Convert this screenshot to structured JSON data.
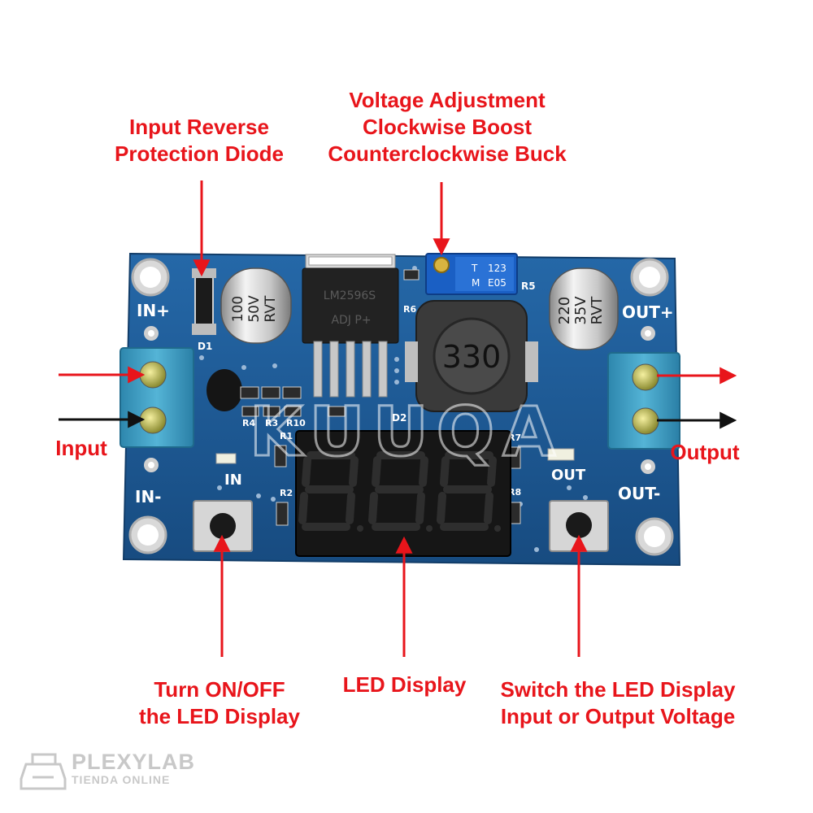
{
  "board": {
    "silkscreen": {
      "in_plus": "IN+",
      "in_minus": "IN-",
      "out_plus": "OUT+",
      "out_minus": "OUT-",
      "in_led": "IN",
      "out_led": "OUT",
      "d1": "D1",
      "d2": "D2",
      "r1": "R1",
      "r2": "R2",
      "r3": "R3",
      "r4": "R4",
      "r5": "R5",
      "r6": "R6",
      "r7": "R7",
      "r8": "R8",
      "r10": "R10"
    },
    "cap_left": [
      "100",
      "50V",
      "RVT"
    ],
    "cap_right": [
      "220",
      "35V",
      "RVT"
    ],
    "inductor": "330",
    "pot": [
      "T",
      "M",
      "123",
      "E05"
    ],
    "ic": [
      "LM2596S",
      "ADJ P+"
    ],
    "watermark": "KUUQA"
  },
  "callouts": {
    "diode": [
      "Input Reverse",
      "Protection Diode"
    ],
    "voltage": [
      "Voltage Adjustment",
      "Clockwise Boost",
      "Counterclockwise Buck"
    ],
    "input": "Input",
    "output": "Output",
    "onoff": [
      "Turn ON/OFF",
      "the LED Display"
    ],
    "led": "LED Display",
    "switch": [
      "Switch the LED Display",
      "Input or Output Voltage"
    ]
  },
  "brand": {
    "title": "PLEXYLAB",
    "subtitle": "TIENDA ONLINE"
  },
  "colors": {
    "pcb": "#1d5a96",
    "callout": "#e8151b",
    "terminal": "#3fa2c6"
  }
}
